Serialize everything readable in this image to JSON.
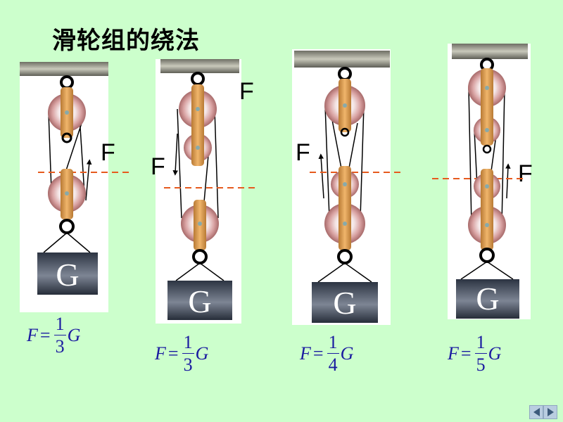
{
  "title": "滑轮组的绕法",
  "panels": [
    {
      "force_label": "F",
      "weight_label": "G",
      "formula": {
        "lhs": "F",
        "eq": "=",
        "num": "1",
        "den": "3",
        "rhs": "G"
      }
    },
    {
      "force_label": "F",
      "force_label_2": "F",
      "weight_label": "G",
      "formula": {
        "lhs": "F",
        "eq": "=",
        "num": "1",
        "den": "3",
        "rhs": "G"
      }
    },
    {
      "force_label": "F",
      "weight_label": "G",
      "formula": {
        "lhs": "F",
        "eq": "=",
        "num": "1",
        "den": "4",
        "rhs": "G"
      }
    },
    {
      "force_label": "F",
      "weight_label": "G",
      "formula": {
        "lhs": "F",
        "eq": "=",
        "num": "1",
        "den": "5",
        "rhs": "G"
      }
    }
  ],
  "colors": {
    "background": "#ccffcc",
    "panel": "#ffffff",
    "ceiling": "#9a9a8e",
    "pulley_rim": "#c98d8d",
    "frame": "#d99a4e",
    "dashed_line": "#e65a1e",
    "weight": "#3f4652",
    "formula": "#1a1aa0"
  },
  "nav": {
    "prev_icon": "triangle-left-icon",
    "next_icon": "triangle-right-icon"
  }
}
